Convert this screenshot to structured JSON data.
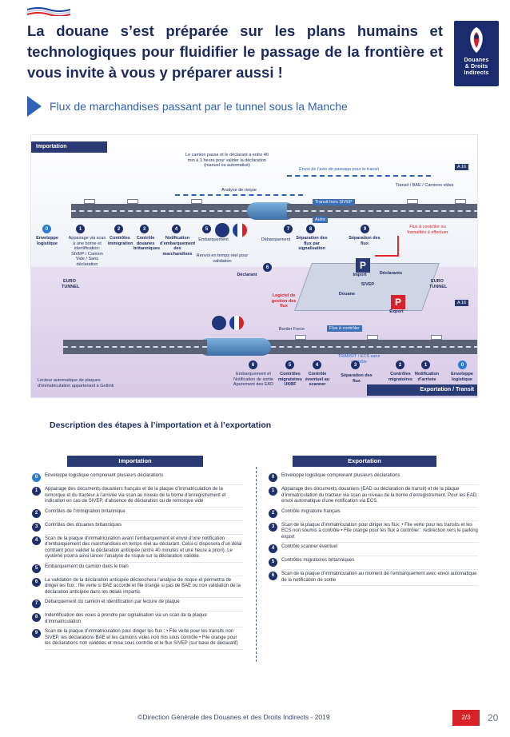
{
  "title": "La douane s’est préparée sur les plans humains et technologiques pour fluidifier le passage de la frontière et vous invite à vous y préparer aussi !",
  "logo": {
    "line1": "Douanes",
    "line2": "& Droits",
    "line3": "Indirects"
  },
  "subtitle": "Flux de marchandises passant par le tunnel sous la Manche",
  "diagram": {
    "importation": "Importation",
    "exportation": "Exportation / Transit",
    "top_steps": [
      {
        "n": "0",
        "label": "Enveloppe logistique"
      },
      {
        "n": "1",
        "label": "Appairage via scan à une borne et identification: SIVEP / Camion Vide / Sans déclaration"
      },
      {
        "n": "2",
        "label": "Contrôles immigration"
      },
      {
        "n": "3",
        "label": "Contrôle douanes britanniques"
      },
      {
        "n": "4",
        "label": "Notification d’embarquement des marchandises"
      },
      {
        "n": "5",
        "label": "Embarquement"
      },
      {
        "n": "7",
        "label": "Débarquement"
      },
      {
        "n": "8",
        "label": "Séparation des flux par signalisation"
      },
      {
        "n": "9",
        "label": "Séparation des flux"
      }
    ],
    "callout_top": "Le camion passe et le déclarant a entre 40 min à 1 heure pour valider la déclaration (manuel ou automatisé)",
    "analyse": "Analyse de risque",
    "envoi": "Envoi de l’avis de passage pour le transit",
    "transit_label": "Transit / BAE / Camions vides",
    "tag_sivep": "Transit hors SIVEP",
    "tag_autre": "Autre",
    "flux_orange": "Flux à contrôler ou formalités à effectuer",
    "renvoi": "Renvoi en temps réel pour validation",
    "declarant": "Déclarant",
    "six": "6",
    "logiciel": "Logiciel de gestion des flux",
    "import_p": "Import",
    "export_p": "Export",
    "declarants": "Déclarants",
    "sivep": "SIVEP",
    "douane": "Douane",
    "a16": "A 16",
    "flux_ctrl": "Flux à contrôler",
    "transit_ecs": "TRANSIT / ECS sans contrôle",
    "bottom_steps": [
      {
        "n": "6",
        "label": "Embarquement et Notification de sortie Apurement des EAD"
      },
      {
        "n": "5",
        "label": "Contrôles migratoires UKBF"
      },
      {
        "n": "4",
        "label": "Contrôle éventuel au scanner"
      },
      {
        "n": "3",
        "label": "Séparation des flux"
      },
      {
        "n": "2",
        "label": "Contrôles migratoires"
      },
      {
        "n": "1",
        "label": "Notification d’arrivée"
      },
      {
        "n": "0",
        "label": "Enveloppe logistique"
      }
    ],
    "lecteur": "Lecteur automatique de plaques d’immatriculation appartenant à Getlink",
    "border_force": "Border Force",
    "euro_tunnel": "EURO TUNNEL"
  },
  "description_title": "Description des étapes à l’importation et à l’exportation",
  "import_header": "Importation",
  "export_header": "Exportation",
  "import_rows": [
    {
      "n": "0",
      "text": "Enveloppe logistique comprenant plusieurs déclarations"
    },
    {
      "n": "1",
      "text": "Appairage des documents douaniers français et de la plaque d’immatriculation de la remorque et du tracteur à l’arrivée via scan au niveau de la borne d’enregistrement et indication en cas de SIVEP, d’absence de déclaration ou de remorque vide"
    },
    {
      "n": "2",
      "text": "Contrôles de l’immigration britannique"
    },
    {
      "n": "3",
      "text": "Contrôles des douanes britanniques"
    },
    {
      "n": "4",
      "text": "Scan de la plaque d’immatriculation avant l’embarquement et envoi d’une notification d’embarquement des marchandises en temps réel au déclarant. Celui-ci disposera d’un délai contraint pour valider la déclaration anticipée (entre 40 minutes et une heure à priori). Le système pourra ainsi lancer l’analyse de risque sur la déclaration validée."
    },
    {
      "n": "5",
      "text": "Embarquement du camion dans le train"
    },
    {
      "n": "6",
      "text": "La validation de la déclaration anticipée déclenchera l’analyse de risque et permettra de diriger les flux : file verte si BAE accordé et file orange si pas de BAE ou non validation de la déclaration anticipée dans les délais impartis."
    },
    {
      "n": "7",
      "text": "Débarquement du camion et identification par lecture de plaque"
    },
    {
      "n": "8",
      "text": "Indentification des voies à prendre par signalisation via un scan de la plaque d’immatriculation"
    },
    {
      "n": "9",
      "text": "Scan de la plaque d’immatriculation pour diriger les flux : • File verte pour les transits non SIVEP, les déclarations BAE et les camions vides non mis sous contrôle • File orange pour les déclarations non validées et mise sous contrôle et le flux SIVEP (sur base de déclaratif)"
    }
  ],
  "export_rows": [
    {
      "n": "0",
      "text": "Enveloppe logistique comprenant plusieurs déclarations"
    },
    {
      "n": "1",
      "text": "Appairage des documents douaniers (EAD ou déclaration de transit) et de la plaque d’immatriculation du tracteur via scan au niveau de la borne d’enregistrement. Pour les EAD, envoi automatique d’une notification via ECS."
    },
    {
      "n": "2",
      "text": "Contrôle migratoire français"
    },
    {
      "n": "3",
      "text": "Scan de la plaque d’immatriculation pour diriger les flux: • File verte pour les transits et les ECS non soumis à contrôle • File orange pour les flux à contrôler : redirection vers le parking export"
    },
    {
      "n": "4",
      "text": "Contrôle scanner éventuel"
    },
    {
      "n": "5",
      "text": "Contrôles migratoires britanniques"
    },
    {
      "n": "6",
      "text": "Scan de la plaque d’immatriculation au moment de l’embarquement avec envoi automatique de la notification de sortie"
    }
  ],
  "footer": {
    "copyright": "©Direction Générale des Douanes et des Droits Indirects - 2019",
    "page_badge": "2/3",
    "page_number": "20"
  },
  "colors": {
    "navy": "#1b2a5e",
    "accent_blue": "#2f62b6",
    "red": "#d7222a",
    "purple_band": "#d9cbe8"
  }
}
